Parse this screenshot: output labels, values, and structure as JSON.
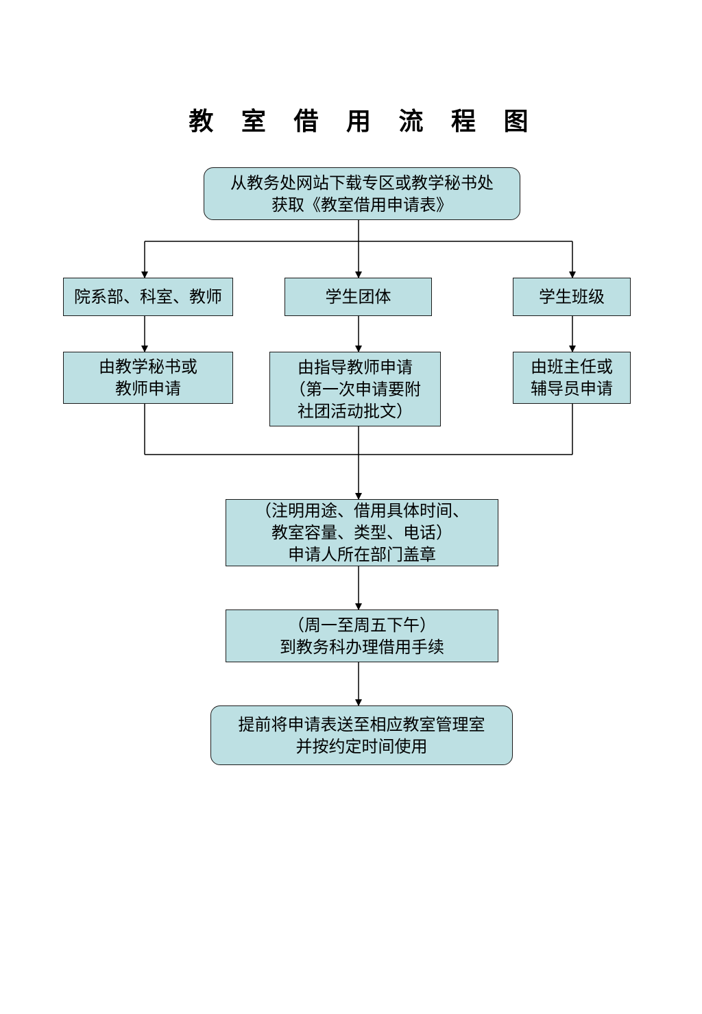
{
  "title": "教 室 借 用 流 程 图",
  "nodes": {
    "start": [
      "从教务处网站下载专区或教学秘书处",
      "获取《教室借用申请表》"
    ],
    "dept": [
      "院系部、科室、教师"
    ],
    "group": [
      "学生团体"
    ],
    "class": [
      "学生班级"
    ],
    "dept_apply": [
      "由教学秘书或",
      "教师申请"
    ],
    "group_apply": [
      "由指导教师申请",
      "（第一次申请要附",
      "社团活动批文）"
    ],
    "class_apply": [
      "由班主任或",
      "辅导员申请"
    ],
    "stamp": [
      "（注明用途、借用具体时间、",
      "教室容量、类型、电话）",
      "申请人所在部门盖章"
    ],
    "procedure": [
      "（周一至周五下午）",
      "到教务科办理借用手续"
    ],
    "final": [
      "提前将申请表送至相应教室管理室",
      "并按约定时间使用"
    ]
  }
}
